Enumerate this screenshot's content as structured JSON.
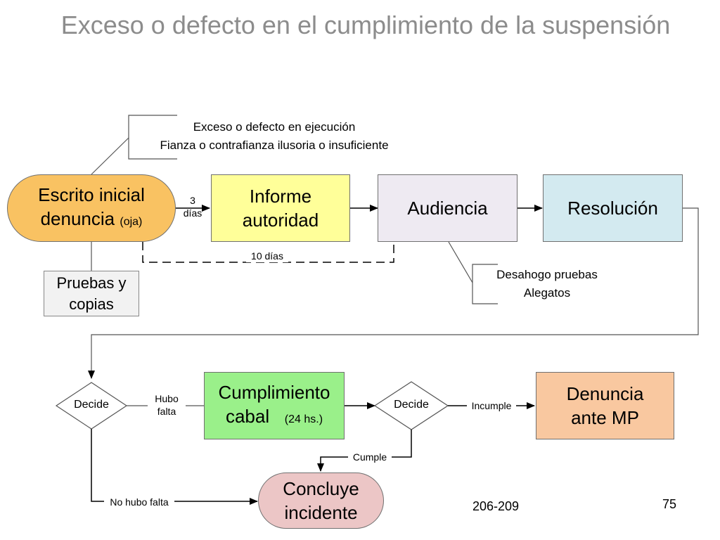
{
  "title": "Exceso o defecto en el cumplimiento de la suspensión",
  "callout_top": {
    "line1": "Exceso o defecto en ejecución",
    "line2": "Fianza o contrafianza ilusoria o insuficiente"
  },
  "nodes": {
    "escrito": {
      "line1": "Escrito inicial",
      "line2": "denuncia",
      "suffix": "(oja)",
      "color": "#f9c262"
    },
    "pruebas": {
      "line1": "Pruebas y",
      "line2": "copias",
      "color": "#f2f2f2"
    },
    "informe": {
      "line1": "Informe",
      "line2": "autoridad",
      "color": "#ffff99"
    },
    "audiencia": {
      "label": "Audiencia",
      "color": "#eeeaf2"
    },
    "resolucion": {
      "label": "Resolución",
      "color": "#d3eaf0"
    },
    "decide1": {
      "label": "Decide"
    },
    "cumplimiento": {
      "line1": "Cumplimiento",
      "line2": "cabal",
      "suffix": "(24 hs.)",
      "color": "#9af08a"
    },
    "decide2": {
      "label": "Decide"
    },
    "denuncia_mp": {
      "line1": "Denuncia",
      "line2": "ante MP",
      "color": "#f9c8a0"
    },
    "concluye": {
      "line1": "Concluye",
      "line2": "incidente",
      "color": "#ecc6c6"
    }
  },
  "callout_audiencia": {
    "line1": "Desahogo pruebas",
    "line2": "Alegatos"
  },
  "edge_labels": {
    "tres_dias_1": "3",
    "tres_dias_2": "días",
    "diez_dias": "10 días",
    "hubo_falta_1": "Hubo",
    "hubo_falta_2": "falta",
    "incumple": "Incumple",
    "cumple": "Cumple",
    "no_hubo_falta": "No hubo falta"
  },
  "footer": {
    "ref": "206-209",
    "page": "75"
  }
}
